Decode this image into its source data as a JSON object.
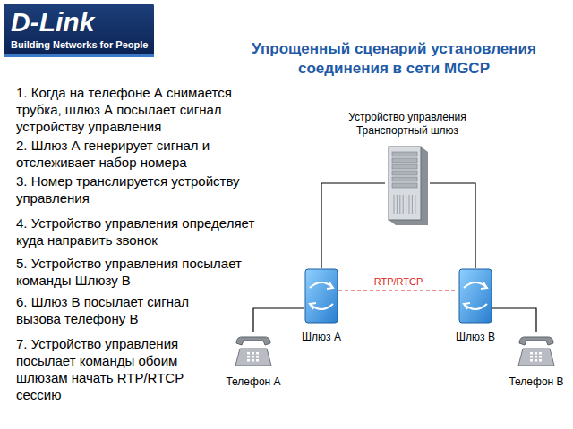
{
  "diagram": {
    "title": "Упрощенный сценарий установления соединения в сети MGCP",
    "nodes": [
      {
        "text": [
          "Устройство управления Транспортный шлюз"
        ]
      },
      {
        "text": [
          "Шлюз А"
        ]
      },
      {
        "text": [
          "Шлюз В"
        ]
      },
      {
        "text": [
          "Телефон А"
        ]
      },
      {
        "text": [
          "Телефон В"
        ]
      }
    ],
    "edges": [
      {
        "from": 0,
        "to": 1,
        "arrow": "none"
      },
      {
        "from": 0,
        "to": 2,
        "arrow": "none"
      },
      {
        "from": 1,
        "to": 2,
        "label": "RTP/RTCP",
        "arrow": "none"
      },
      {
        "from": 1,
        "to": 3,
        "arrow": "none"
      },
      {
        "from": 2,
        "to": 4,
        "arrow": "none"
      }
    ],
    "labels": [
      "D-Link",
      "Building Networks for People",
      "1. Когда на телефоне А снимается трубка, шлюз А посылает сигнал устройству управления",
      "2. Шлюз А генерирует сигнал и отслеживает набор номера",
      "3. Номер транслируется устройству управления",
      "4. Устройство управления определяет куда направить звонок",
      "5. Устройство управления посылает команды Шлюзу В",
      "6. Шлюз В посылает сигнал вызова телефону В",
      "7. Устройство управления посылает команды обоим шлюзам начать RTP/RTCP сессию"
    ]
  }
}
